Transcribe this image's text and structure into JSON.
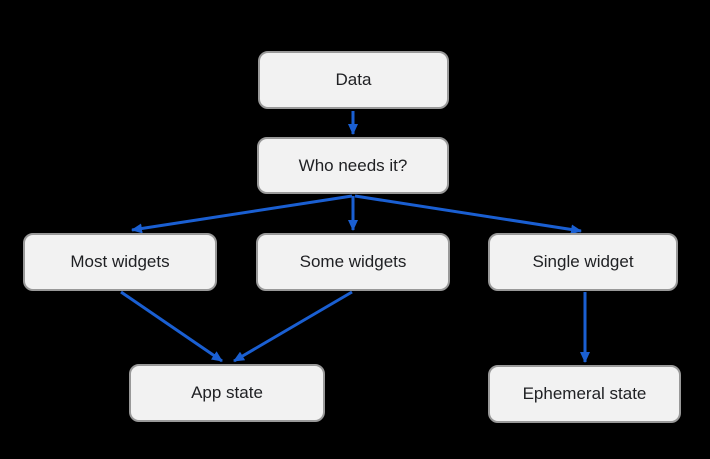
{
  "diagram": {
    "type": "flowchart",
    "colors": {
      "background": "#000000",
      "node_fill": "#f2f2f2",
      "node_border": "#999999",
      "node_text": "#202124",
      "arrow": "#1a5fd2"
    },
    "nodes": [
      {
        "id": "data",
        "label": "Data"
      },
      {
        "id": "who-needs-it",
        "label": "Who needs it?"
      },
      {
        "id": "most-widgets",
        "label": "Most widgets"
      },
      {
        "id": "some-widgets",
        "label": "Some widgets"
      },
      {
        "id": "single-widget",
        "label": "Single widget"
      },
      {
        "id": "app-state",
        "label": "App state"
      },
      {
        "id": "ephemeral-state",
        "label": "Ephemeral state"
      }
    ],
    "edges": [
      {
        "from": "data",
        "to": "who-needs-it"
      },
      {
        "from": "who-needs-it",
        "to": "most-widgets"
      },
      {
        "from": "who-needs-it",
        "to": "some-widgets"
      },
      {
        "from": "who-needs-it",
        "to": "single-widget"
      },
      {
        "from": "most-widgets",
        "to": "app-state"
      },
      {
        "from": "some-widgets",
        "to": "app-state"
      },
      {
        "from": "single-widget",
        "to": "ephemeral-state"
      }
    ]
  }
}
